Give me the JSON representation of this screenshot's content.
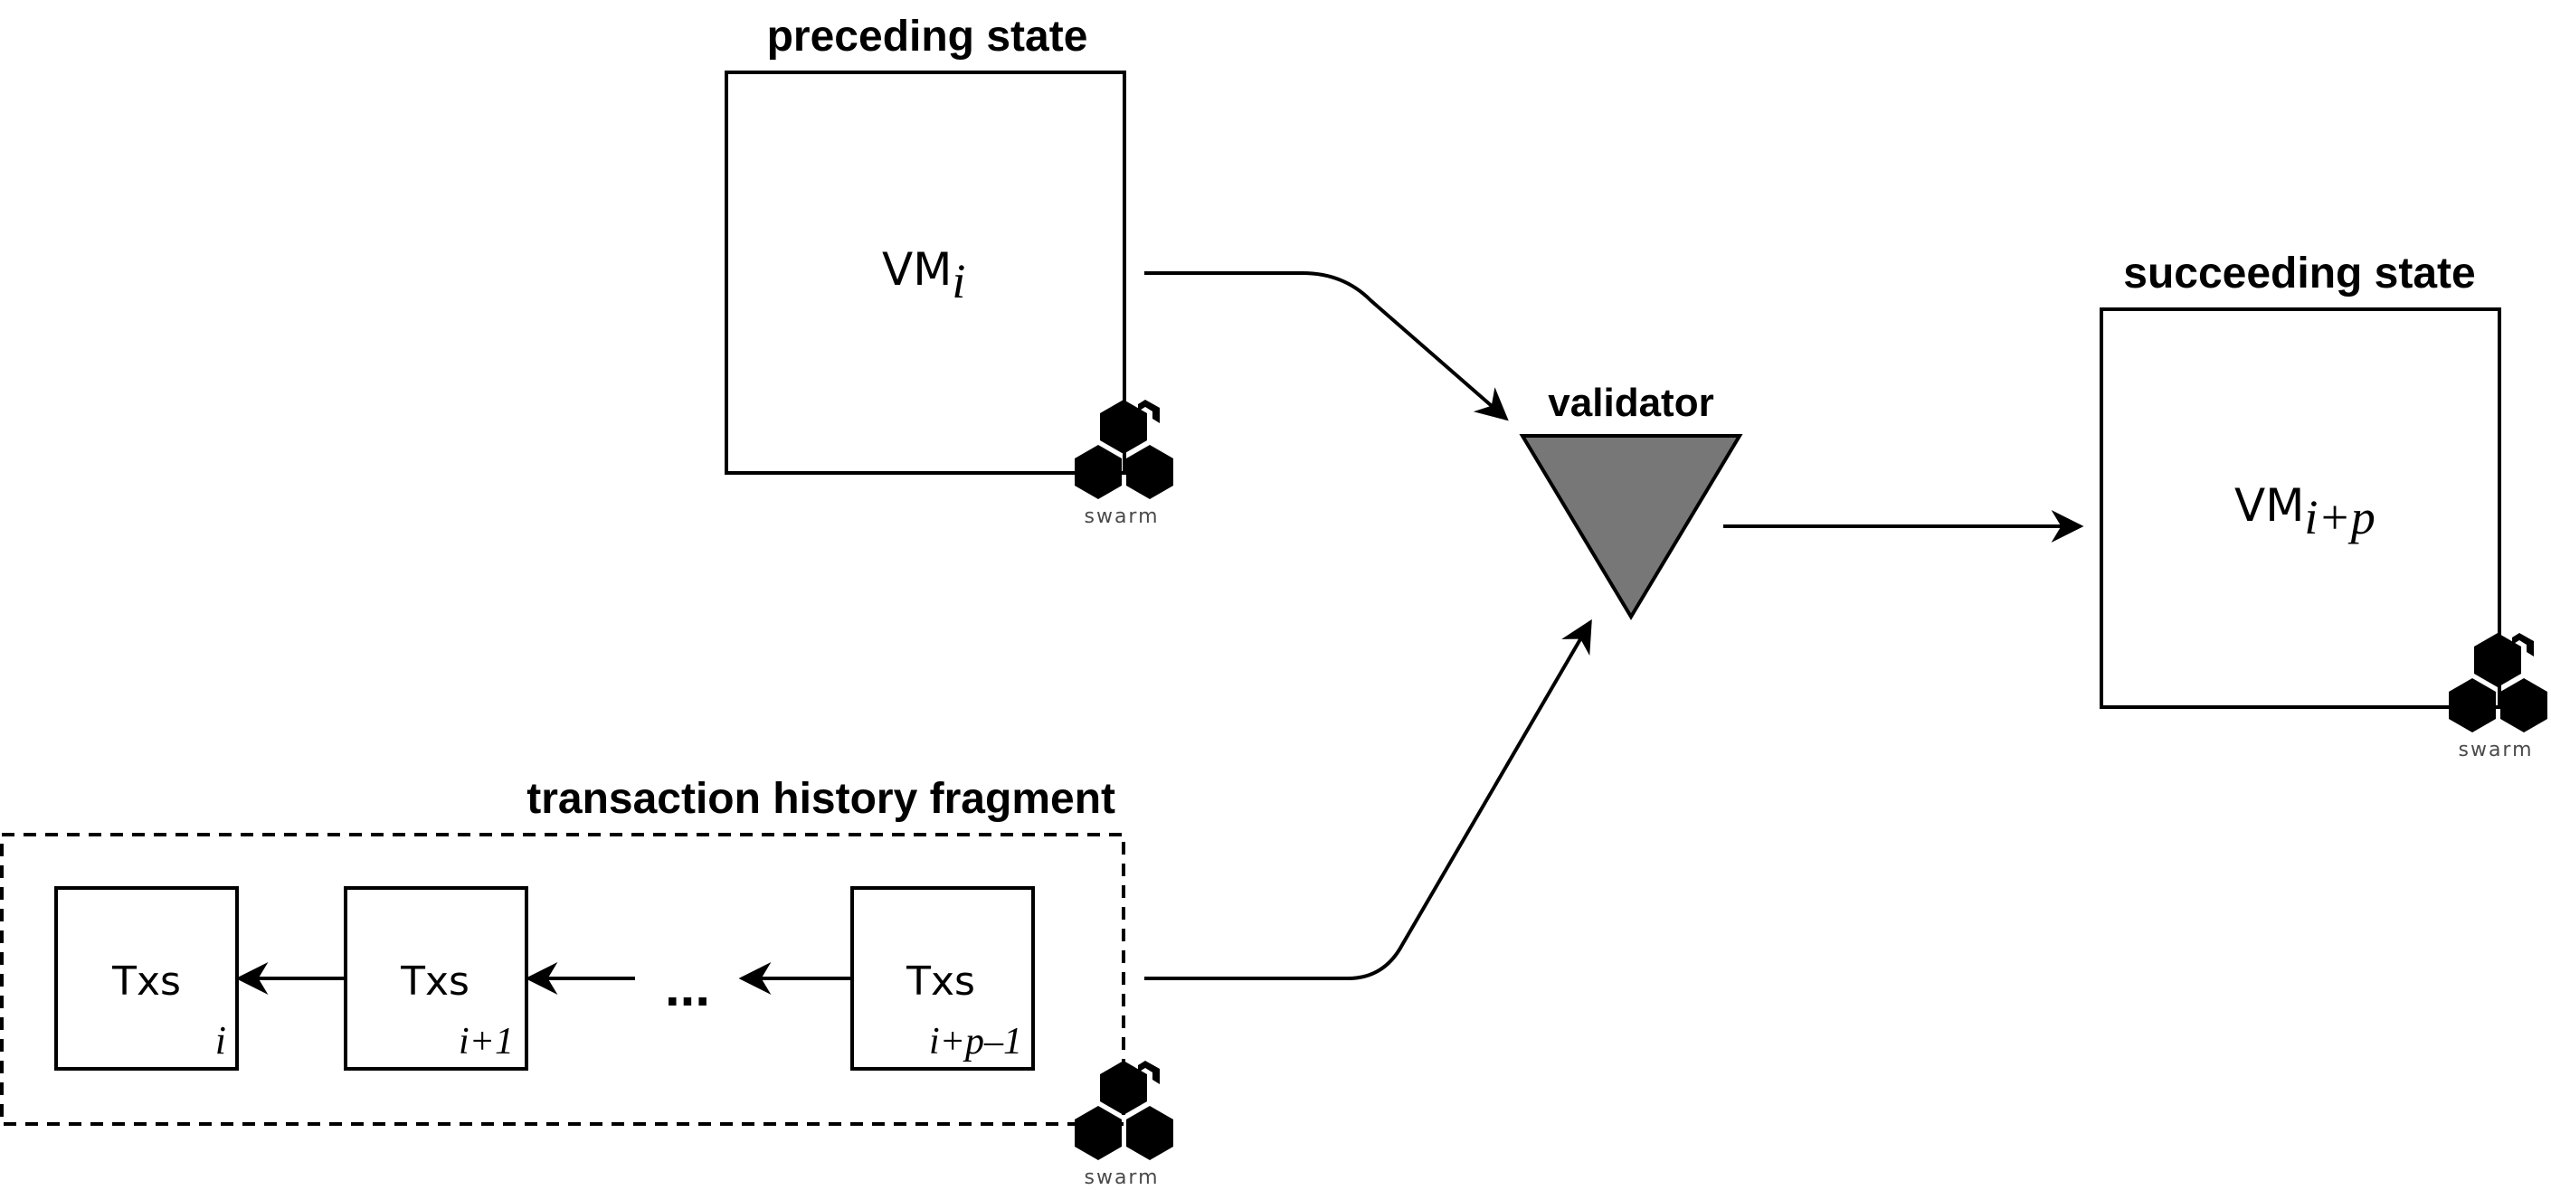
{
  "titles": {
    "preceding": "preceding state",
    "succeeding": "succeeding state",
    "validator": "validator",
    "fragment": "transaction history fragment"
  },
  "vm_preceding": {
    "base": "VM",
    "sub": "i"
  },
  "vm_succeeding": {
    "base": "VM",
    "sub": "i+p"
  },
  "tx_blocks": [
    {
      "label": "Txs",
      "index": "i"
    },
    {
      "label": "Txs",
      "index": "i+1"
    },
    {
      "label": "Txs",
      "index": "i+p–1"
    }
  ],
  "ellipsis": "...",
  "logos": [
    "swarm",
    "swarm",
    "swarm"
  ],
  "icons": {
    "logo": "swarm-hexagon-logo-icon",
    "validator": "downward-triangle-icon"
  },
  "colors": {
    "stroke": "#000000",
    "validator_fill": "#777777",
    "logo_fill": "#000000"
  }
}
